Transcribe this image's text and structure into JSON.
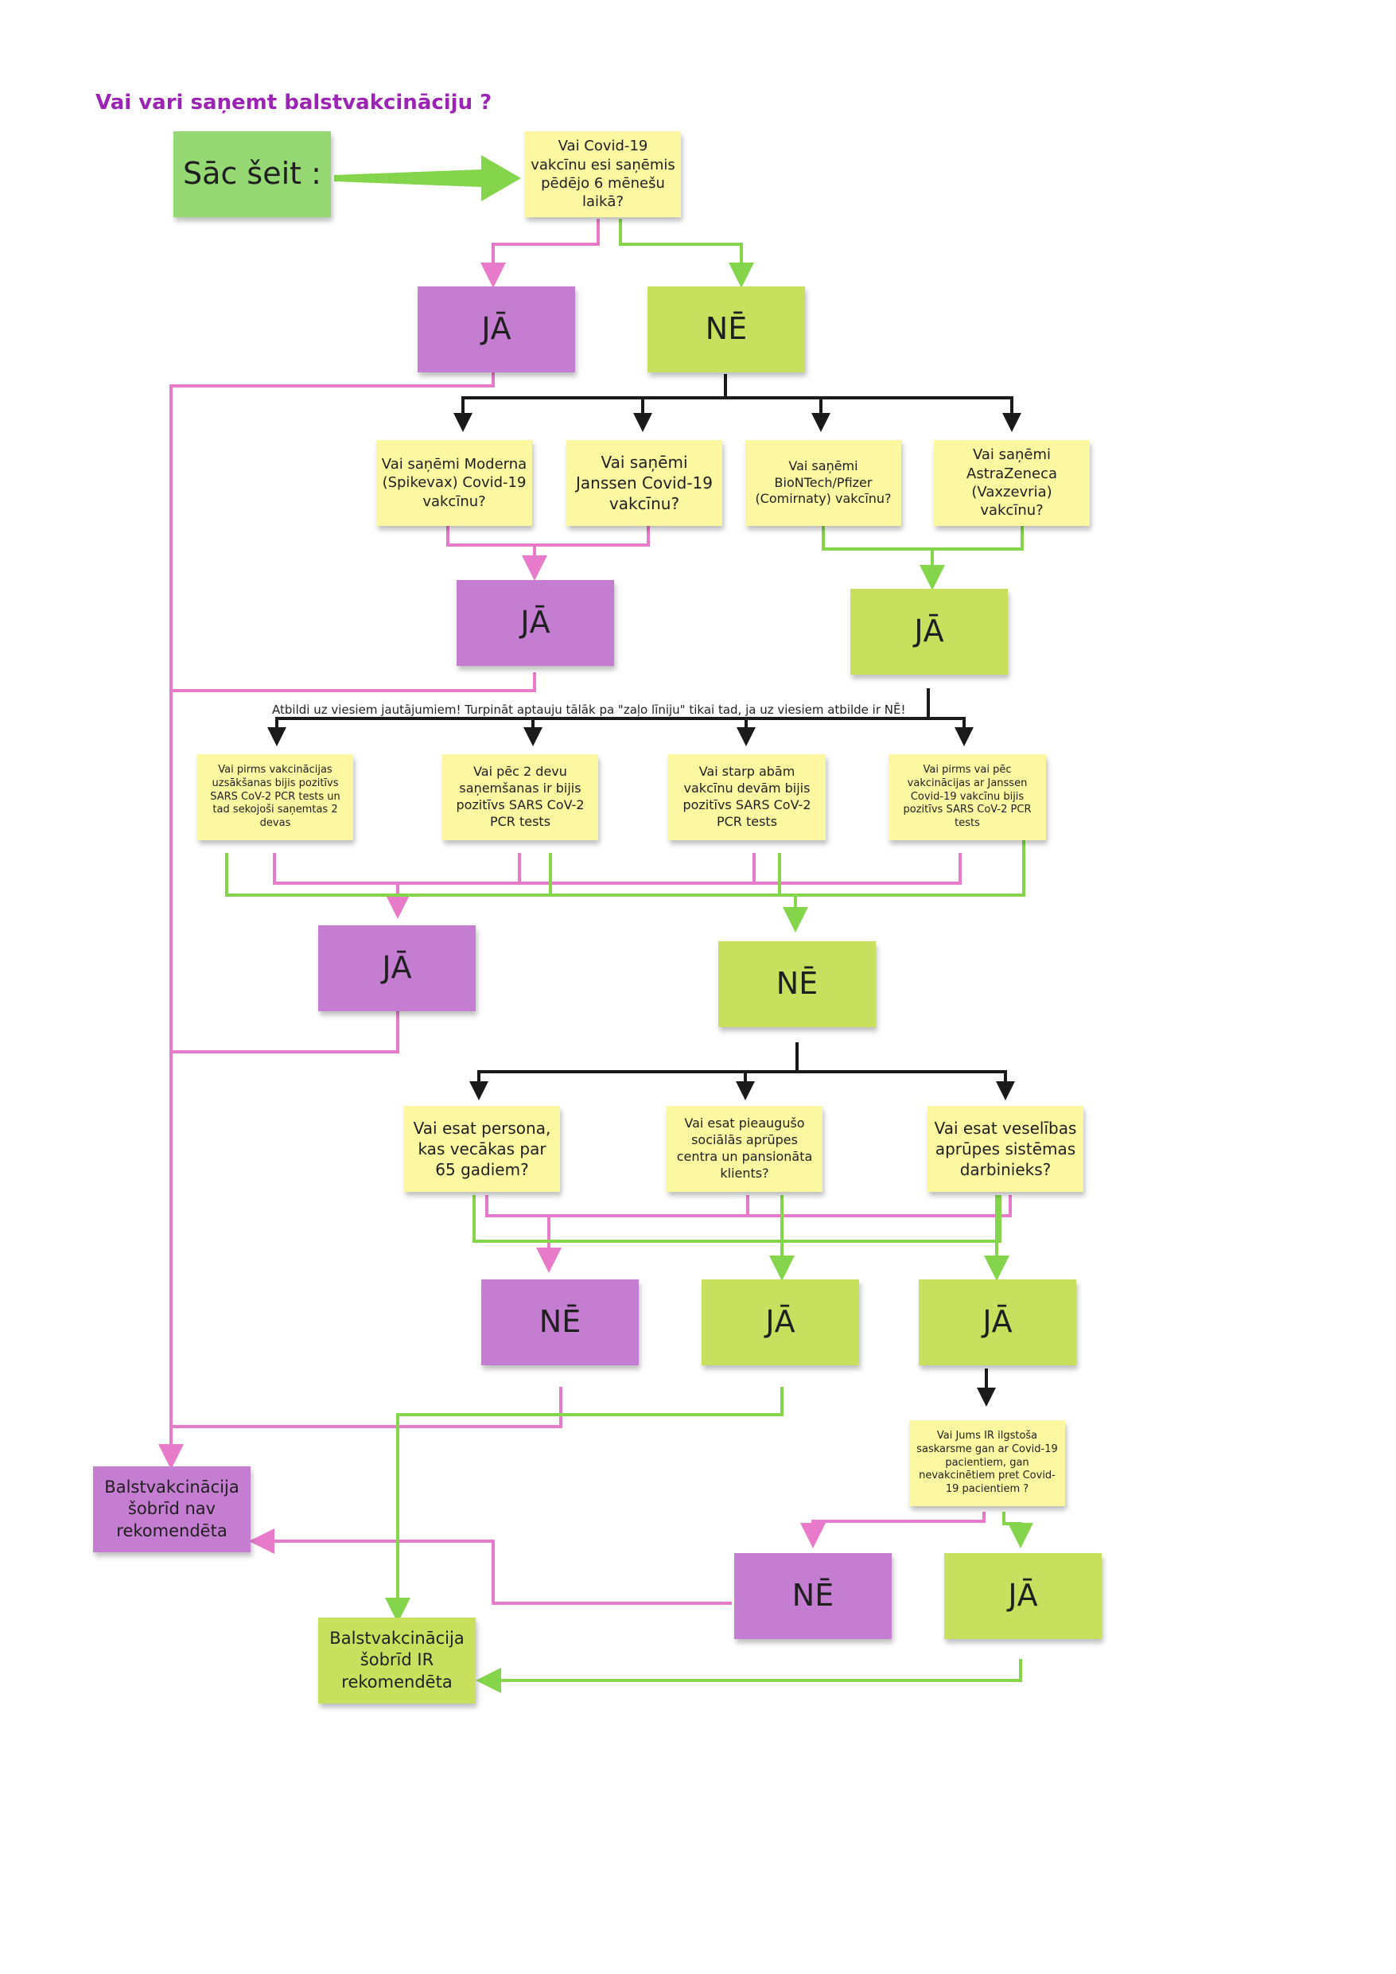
{
  "title": "Vai  vari saņemt  balstvakcināciju ?",
  "start": "Sāc šeit  :",
  "q_six_months": "Vai Covid-19 vakcīnu esi saņēmis pēdējo 6 mēnešu  laikā?",
  "r1_yes": "JĀ",
  "r1_no": "NĒ",
  "q_moderna": "Vai  saņēmi Moderna (Spikevax) Covid-19 vakcīnu?",
  "q_janssen": "Vai saņēmi Janssen Covid-19 vakcīnu?",
  "q_biontech": "Vai saņēmi BioNTech/Pfizer (Comirnaty) vakcīnu?",
  "q_astrazeneca": "Vai saņēmi AstraZeneca (Vaxzevria) vakcīnu?",
  "r2_yes_purple": "JĀ",
  "r2_yes_green": "JĀ",
  "note": "Atbildi uz viesiem jautājumiem! Turpināt aptauju tālāk pa \"zaļo līniju\" tikai tad, ja uz viesiem atbilde ir NĒ!",
  "q_pcr_before": "Vai pirms vakcinācijas uzsākšanas bijis pozitīvs SARS CoV-2 PCR tests un tad sekojoši saņemtas 2 devas",
  "q_pcr_after": "Vai pēc 2 devu saņemšanas ir bijis pozitīvs SARS CoV-2 PCR tests",
  "q_pcr_between": "Vai starp abām vakcīnu devām bijis pozitīvs SARS CoV-2 PCR tests",
  "q_pcr_janssen": "Vai pirms vai pēc vakcinācijas ar Janssen Covid-19 vakcīnu bijis pozitīvs SARS CoV-2 PCR tests",
  "r3_yes": "JĀ",
  "r3_no": "NĒ",
  "q_age": "Vai  esat persona, kas vecākas par 65 gadiem?",
  "q_care_home": "Vai esat pieaugušo sociālās aprūpes centra un pansionāta klients?",
  "q_health_worker": "Vai esat veselības aprūpes sistēmas darbinieks?",
  "r4_no": "NĒ",
  "r4_yes_mid": "JĀ",
  "r4_yes_right": "JĀ",
  "q_contact": "Vai Jums IR ilgstoša saskarsme gan ar Covid-19 pacientiem, gan nevakcinētiem pret Covid-19 pacientiem  ?",
  "r5_no": "NĒ",
  "r5_yes": "JĀ",
  "result_not": "Balstvakcinācija šobrīd nav rekomendēta",
  "result_yes": "Balstvakcinācija šobrīd IR rekomendēta",
  "colors": {
    "title": "#9c24b4",
    "sticky_yellow": "#fcf7a1",
    "sticky_purple": "#c47dd0",
    "sticky_lime": "#c8e05e",
    "sticky_green": "#95d874",
    "line_pink": "#e77ac9",
    "line_green": "#84d54c",
    "line_black": "#1a1a1a"
  }
}
